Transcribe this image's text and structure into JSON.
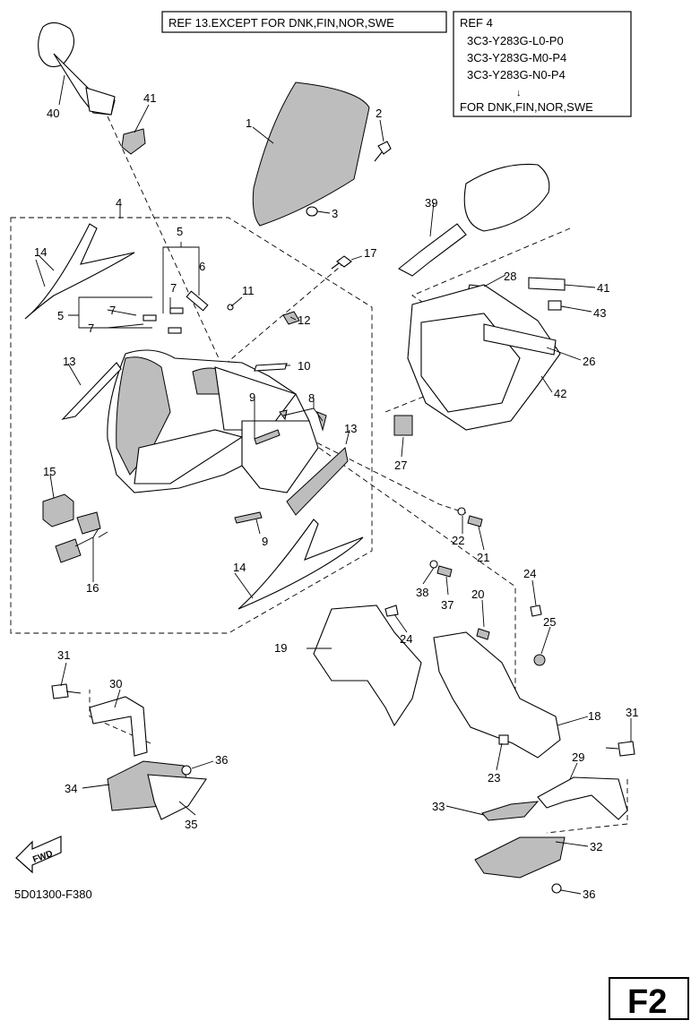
{
  "ref_note_left": "REF 13.EXCEPT FOR DNK,FIN,NOR,SWE",
  "ref_box_right": {
    "title": "REF 4",
    "codes": [
      "3C3-Y283G-L0-P0",
      "3C3-Y283G-M0-P4",
      "3C3-Y283G-N0-P4"
    ],
    "arrow": "↓",
    "footer": "FOR DNK,FIN,NOR,SWE"
  },
  "fwd_label": "FWD",
  "diagram_code": "5D01300-F380",
  "page_tag": "F2",
  "callouts": [
    "1",
    "2",
    "3",
    "4",
    "5",
    "5",
    "6",
    "7",
    "7",
    "7",
    "8",
    "9",
    "9",
    "10",
    "11",
    "12",
    "13",
    "13",
    "14",
    "14",
    "15",
    "16",
    "17",
    "18",
    "19",
    "20",
    "21",
    "22",
    "23",
    "24",
    "24",
    "25",
    "26",
    "27",
    "28",
    "29",
    "30",
    "31",
    "31",
    "32",
    "33",
    "34",
    "35",
    "36",
    "36",
    "37",
    "38",
    "39",
    "40",
    "41",
    "41",
    "42",
    "43"
  ]
}
